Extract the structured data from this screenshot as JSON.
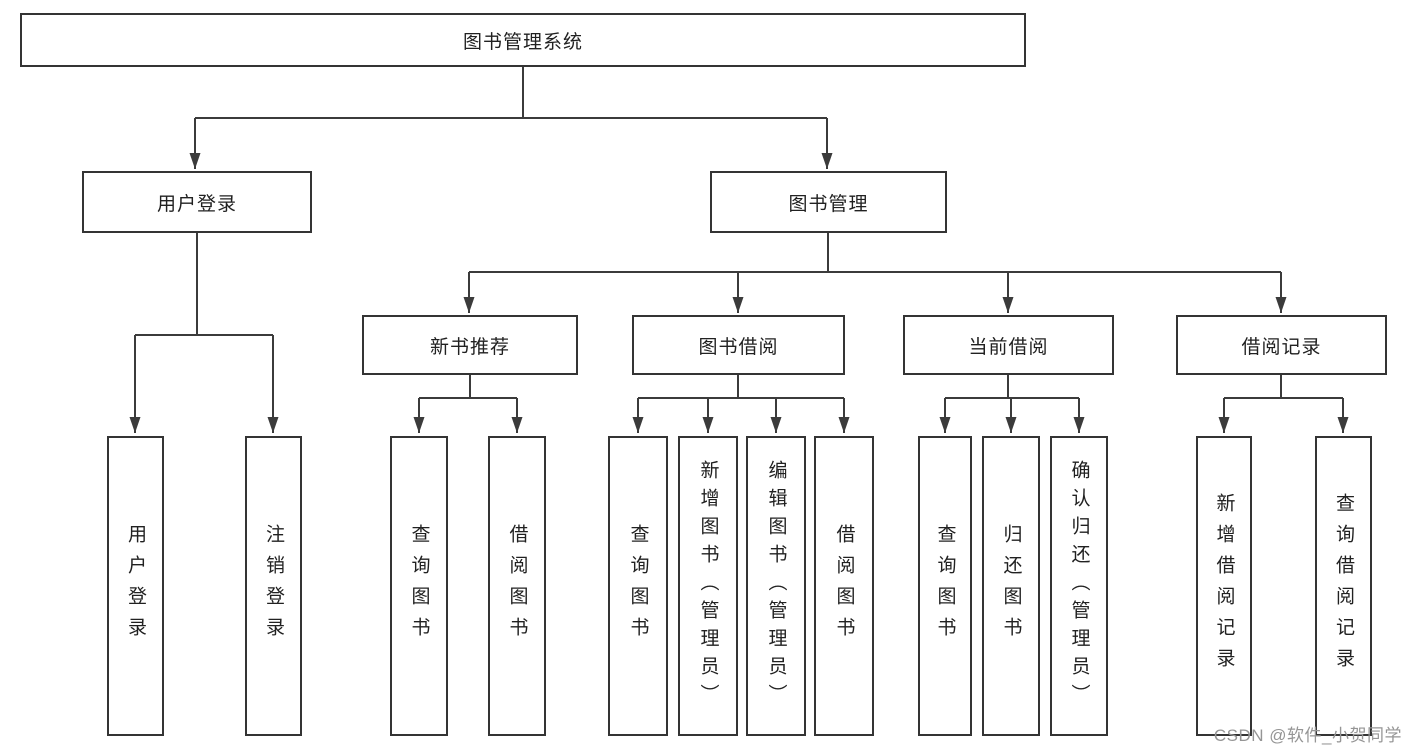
{
  "diagram": {
    "root": {
      "label": "图书管理系统"
    },
    "level2": {
      "user_login": {
        "label": "用户登录"
      },
      "book_mgmt": {
        "label": "图书管理"
      }
    },
    "level3": {
      "new_book_rec": {
        "label": "新书推荐"
      },
      "book_borrow": {
        "label": "图书借阅"
      },
      "current_borrow": {
        "label": "当前借阅"
      },
      "borrow_record": {
        "label": "借阅记录"
      }
    },
    "leaves": {
      "user_login": {
        "label": "用户登录"
      },
      "logout": {
        "label": "注销登录"
      },
      "rec_query_books": {
        "label": "查询图书"
      },
      "rec_borrow_books": {
        "label": "借阅图书"
      },
      "bb_query_books": {
        "label": "查询图书"
      },
      "bb_add_books_admin": {
        "label": "新增图书（管理员）"
      },
      "bb_edit_books_admin": {
        "label": "编辑图书（管理员）"
      },
      "bb_borrow_books": {
        "label": "借阅图书"
      },
      "cb_query_books": {
        "label": "查询图书"
      },
      "cb_return_books": {
        "label": "归还图书"
      },
      "cb_confirm_return_admin": {
        "label": "确认归还（管理员）"
      },
      "br_add_record": {
        "label": "新增借阅记录"
      },
      "br_query_record": {
        "label": "查询借阅记录"
      }
    },
    "watermark": "CSDN @软件_小贺同学",
    "colors": {
      "line": "#3b3b3b",
      "border": "#343434",
      "text": "#212121",
      "background": "#ffffff",
      "watermark": "#959595"
    }
  }
}
